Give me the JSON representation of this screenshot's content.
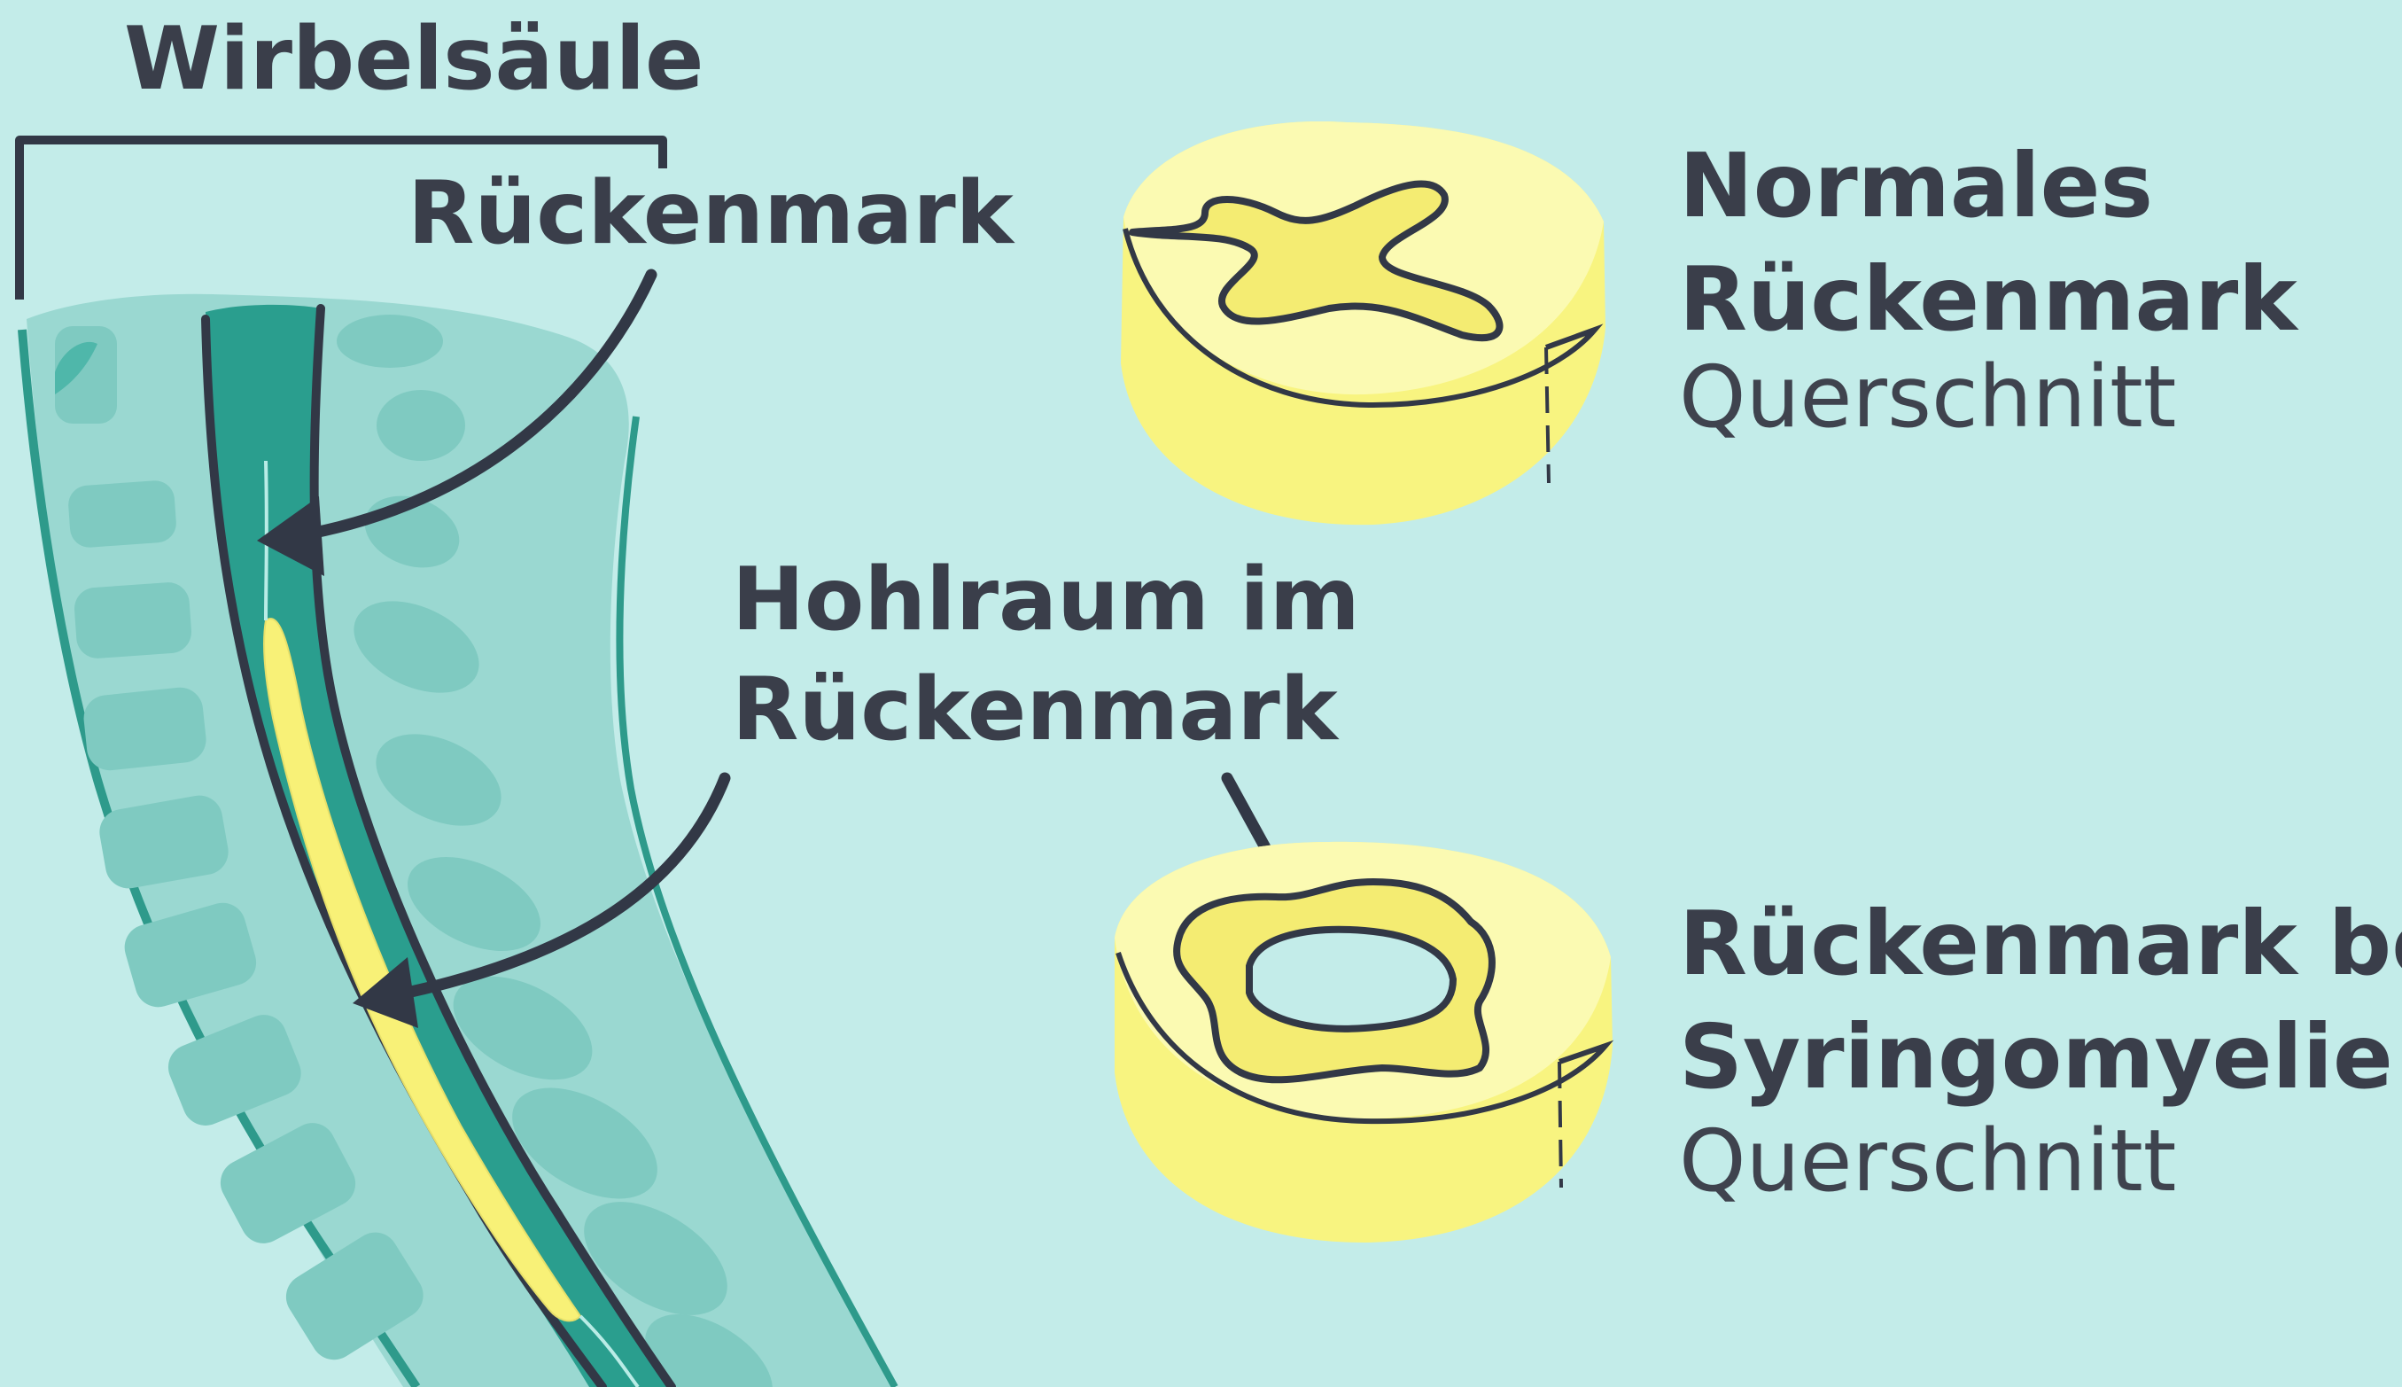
{
  "labels": {
    "spine": "Wirbelsäule",
    "spinal_cord": "Rückenmark",
    "cavity_line1": "Hohlraum im",
    "cavity_line2": "Rückenmark",
    "normal_line1": "Normales",
    "normal_line2": "Rückenmark",
    "normal_line3": "Querschnitt",
    "syrinx_line1": "Rückenmark bei",
    "syrinx_line2": "Syringomyelie",
    "syrinx_line3": "Querschnitt"
  },
  "colors": {
    "background": "#c3ece9",
    "vertebra_fill": "#8fd2ca",
    "vertebra_dark": "#6fc0b7",
    "canal_teal": "#2a9e8e",
    "cord_yellow": "#fbf47c",
    "cord_light": "#fbfab4",
    "outline": "#323846",
    "text": "#3a3e4a"
  }
}
